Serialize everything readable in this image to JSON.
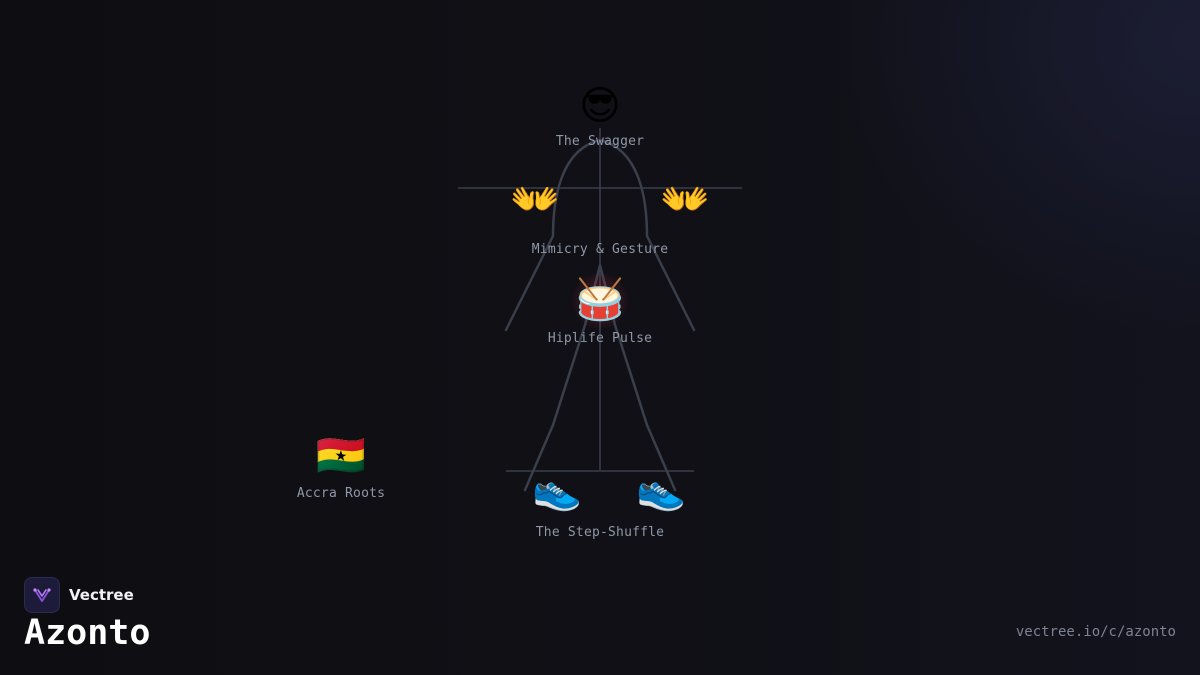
{
  "diagram": {
    "nodes": [
      {
        "id": "swagger",
        "emoji": "😎",
        "label": "The Swagger"
      },
      {
        "id": "hands",
        "emoji_left": "👐",
        "emoji_right": "👐",
        "label": "Mimicry & Gesture"
      },
      {
        "id": "pulse",
        "emoji": "🥁",
        "label": "Hiplife Pulse"
      },
      {
        "id": "roots",
        "emoji": "🇬🇭",
        "label": "Accra Roots"
      },
      {
        "id": "steps",
        "emoji_left": "👟",
        "emoji_right": "👟",
        "label": "The Step-Shuffle"
      }
    ]
  },
  "brand": {
    "name": "Vectree",
    "logo_icon": "vectree-logo-icon"
  },
  "page": {
    "title": "Azonto",
    "url": "vectree.io/c/azonto"
  },
  "colors": {
    "background": "#0f0f13",
    "figure_stroke": "#3a3f4c",
    "label": "#8f97a8",
    "pulse_glow": "#d22846"
  }
}
